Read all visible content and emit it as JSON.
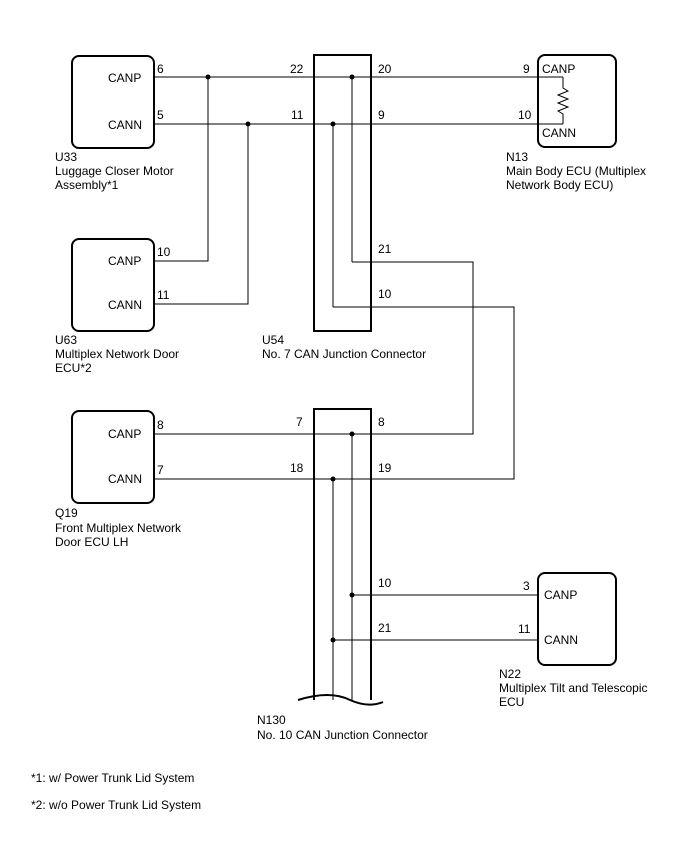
{
  "components": {
    "u33": {
      "code": "U33",
      "name_line1": "Luggage Closer Motor",
      "name_line2": "Assembly*1",
      "canp": "CANP",
      "cann": "CANN",
      "pin_canp": "6",
      "pin_cann": "5"
    },
    "u63": {
      "code": "U63",
      "name_line1": "Multiplex Network Door",
      "name_line2": "ECU*2",
      "canp": "CANP",
      "cann": "CANN",
      "pin_canp": "10",
      "pin_cann": "11"
    },
    "q19": {
      "code": "Q19",
      "name_line1": "Front Multiplex Network",
      "name_line2": "Door ECU LH",
      "canp": "CANP",
      "cann": "CANN",
      "pin_canp": "8",
      "pin_cann": "7"
    },
    "n13": {
      "code": "N13",
      "name_line1": "Main Body ECU (Multiplex",
      "name_line2": "Network Body ECU)",
      "canp": "CANP",
      "cann": "CANN",
      "pin_canp": "9",
      "pin_cann": "10"
    },
    "n22": {
      "code": "N22",
      "name_line1": "Multiplex Tilt and Telescopic",
      "name_line2": "ECU",
      "canp": "CANP",
      "cann": "CANN",
      "pin_canp": "3",
      "pin_cann": "11"
    },
    "u54": {
      "code": "U54",
      "name": "No. 7 CAN Junction Connector",
      "pin_left_top": "22",
      "pin_left_bottom": "11",
      "pin_right_top": "20",
      "pin_right_mid": "9",
      "pin_right_21": "21",
      "pin_right_10": "10"
    },
    "n130": {
      "code": "N130",
      "name": "No. 10 CAN Junction Connector",
      "pin_left_top": "7",
      "pin_left_bottom": "18",
      "pin_right_top": "8",
      "pin_right_mid": "19",
      "pin_right_10": "10",
      "pin_right_21": "21"
    }
  },
  "notes": {
    "note1": "*1: w/ Power Trunk Lid System",
    "note2": "*2: w/o Power Trunk Lid System"
  }
}
